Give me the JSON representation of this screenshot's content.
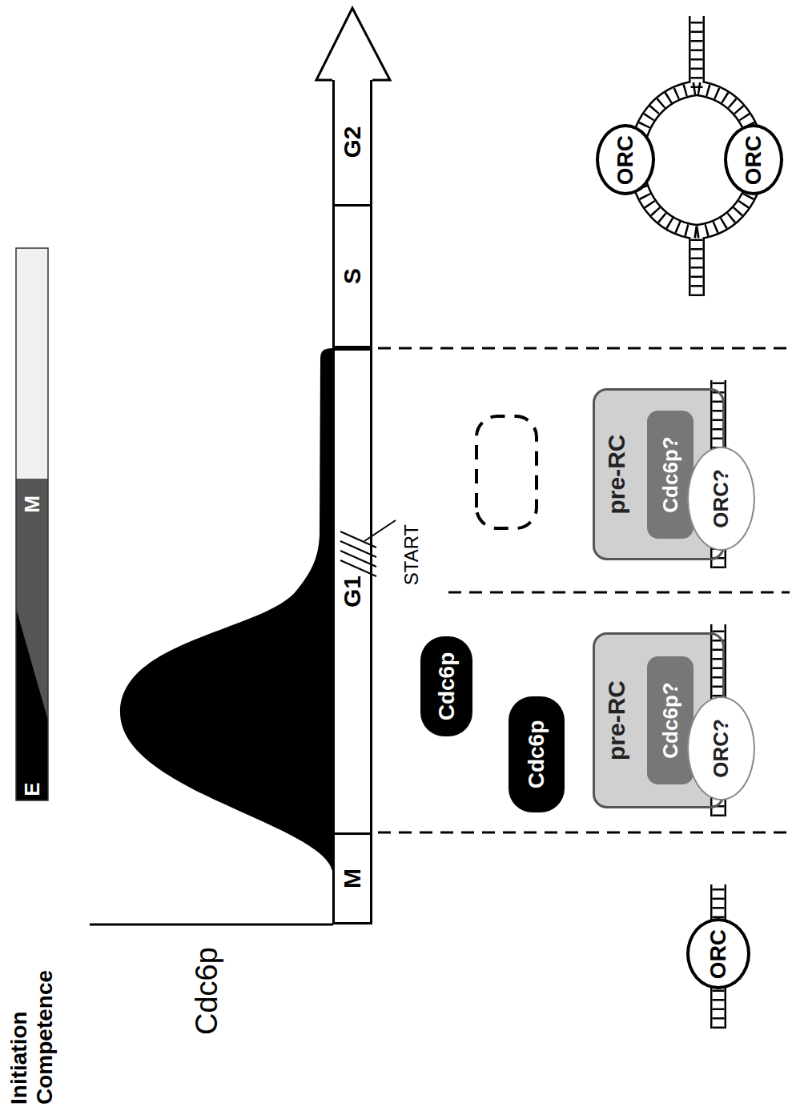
{
  "diagram": {
    "nodes": [
      {
        "text": [
          "M"
        ]
      },
      {
        "text": [
          "G1"
        ]
      },
      {
        "text": [
          "S"
        ]
      },
      {
        "text": [
          "G2"
        ]
      },
      {
        "text": [
          "Cdc6p"
        ]
      },
      {
        "text": [
          "Cdc6p"
        ]
      },
      {
        "text": [
          "ORC"
        ]
      },
      {
        "text": [
          "pre-RC"
        ]
      },
      {
        "text": [
          "Cdc6p?"
        ],
        "in": 7
      },
      {
        "text": [
          "ORC?"
        ],
        "in": 7
      },
      {
        "text": [
          "pre-RC"
        ]
      },
      {
        "text": [
          "Cdc6p?"
        ],
        "in": 10
      },
      {
        "text": [
          "ORC?"
        ],
        "in": 10
      },
      {
        "text": [
          "ORC"
        ]
      },
      {
        "text": [
          "ORC"
        ]
      }
    ],
    "labels": [
      "Initiation Competence",
      "E",
      "M",
      "Cdc6p",
      "START"
    ]
  }
}
